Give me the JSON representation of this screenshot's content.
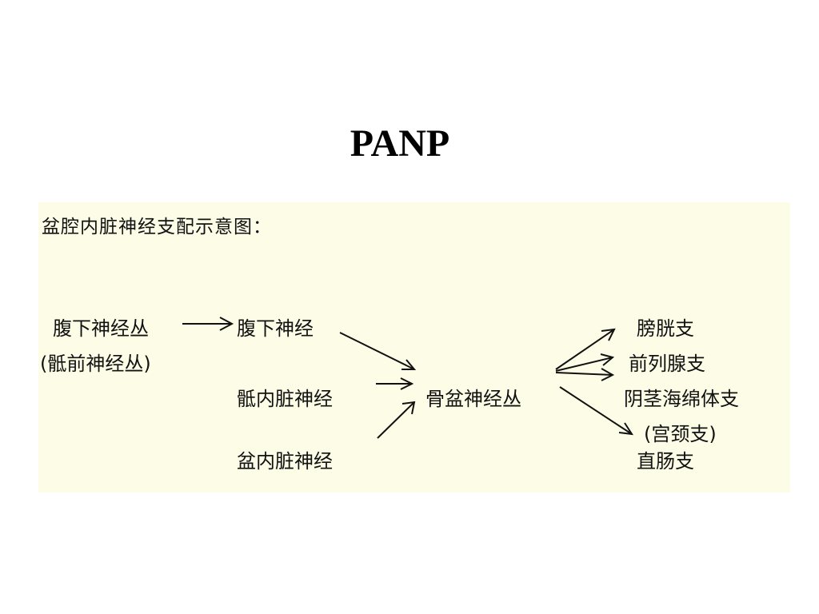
{
  "slide": {
    "title": "PANP"
  },
  "diagram": {
    "heading": "盆腔内脏神经支配示意图：",
    "nodes": {
      "hypogastric_plexus": "腹下神经丛",
      "presacral_plexus": "(骶前神经丛)",
      "hypogastric_nerve": "腹下神经",
      "sacral_splanchnic": "骶内脏神经",
      "pelvic_splanchnic": "盆内脏神经",
      "pelvic_plexus": "骨盆神经丛",
      "bladder_branch": "膀胱支",
      "prostate_branch": "前列腺支",
      "cavernous_branch": "阴茎海绵体支",
      "cervical_branch": "(宫颈支)",
      "rectal_branch": "直肠支"
    }
  }
}
